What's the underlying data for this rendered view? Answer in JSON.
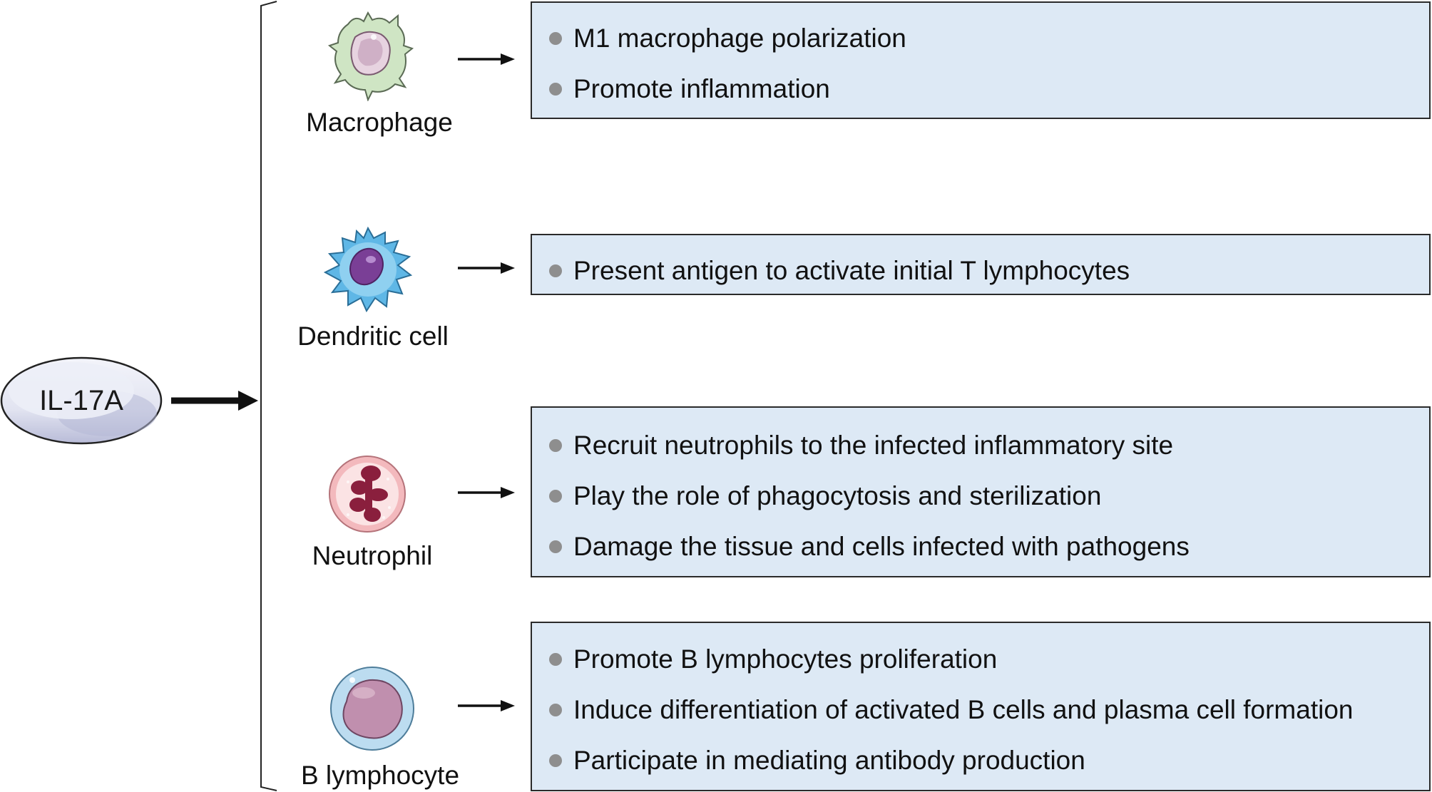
{
  "source": {
    "label": "IL-17A"
  },
  "cells": [
    {
      "key": "macrophage",
      "name": "Macrophage",
      "effects": [
        "M1 macrophage polarization",
        "Promote inflammation"
      ]
    },
    {
      "key": "dendritic",
      "name": "Dendritic cell",
      "effects": [
        "Present antigen to activate initial T lymphocytes"
      ]
    },
    {
      "key": "neutrophil",
      "name": "Neutrophil",
      "effects": [
        "Recruit neutrophils to the infected inflammatory site",
        "Play the role of phagocytosis and sterilization",
        "Damage the tissue and cells infected with pathogens"
      ]
    },
    {
      "key": "b-lymphocyte",
      "name": "B lymphocyte",
      "effects": [
        "Promote B lymphocytes proliferation",
        "Induce differentiation of activated B cells and plasma cell formation",
        "Participate in mediating antibody production"
      ]
    }
  ],
  "colors": {
    "box_fill": "#dde9f5",
    "ellipse_fill": "#e4e6f3",
    "bullet": "#8e8e8e"
  },
  "icons": [
    "macrophage-cell-icon",
    "dendritic-cell-icon",
    "neutrophil-cell-icon",
    "b-lymphocyte-cell-icon"
  ]
}
